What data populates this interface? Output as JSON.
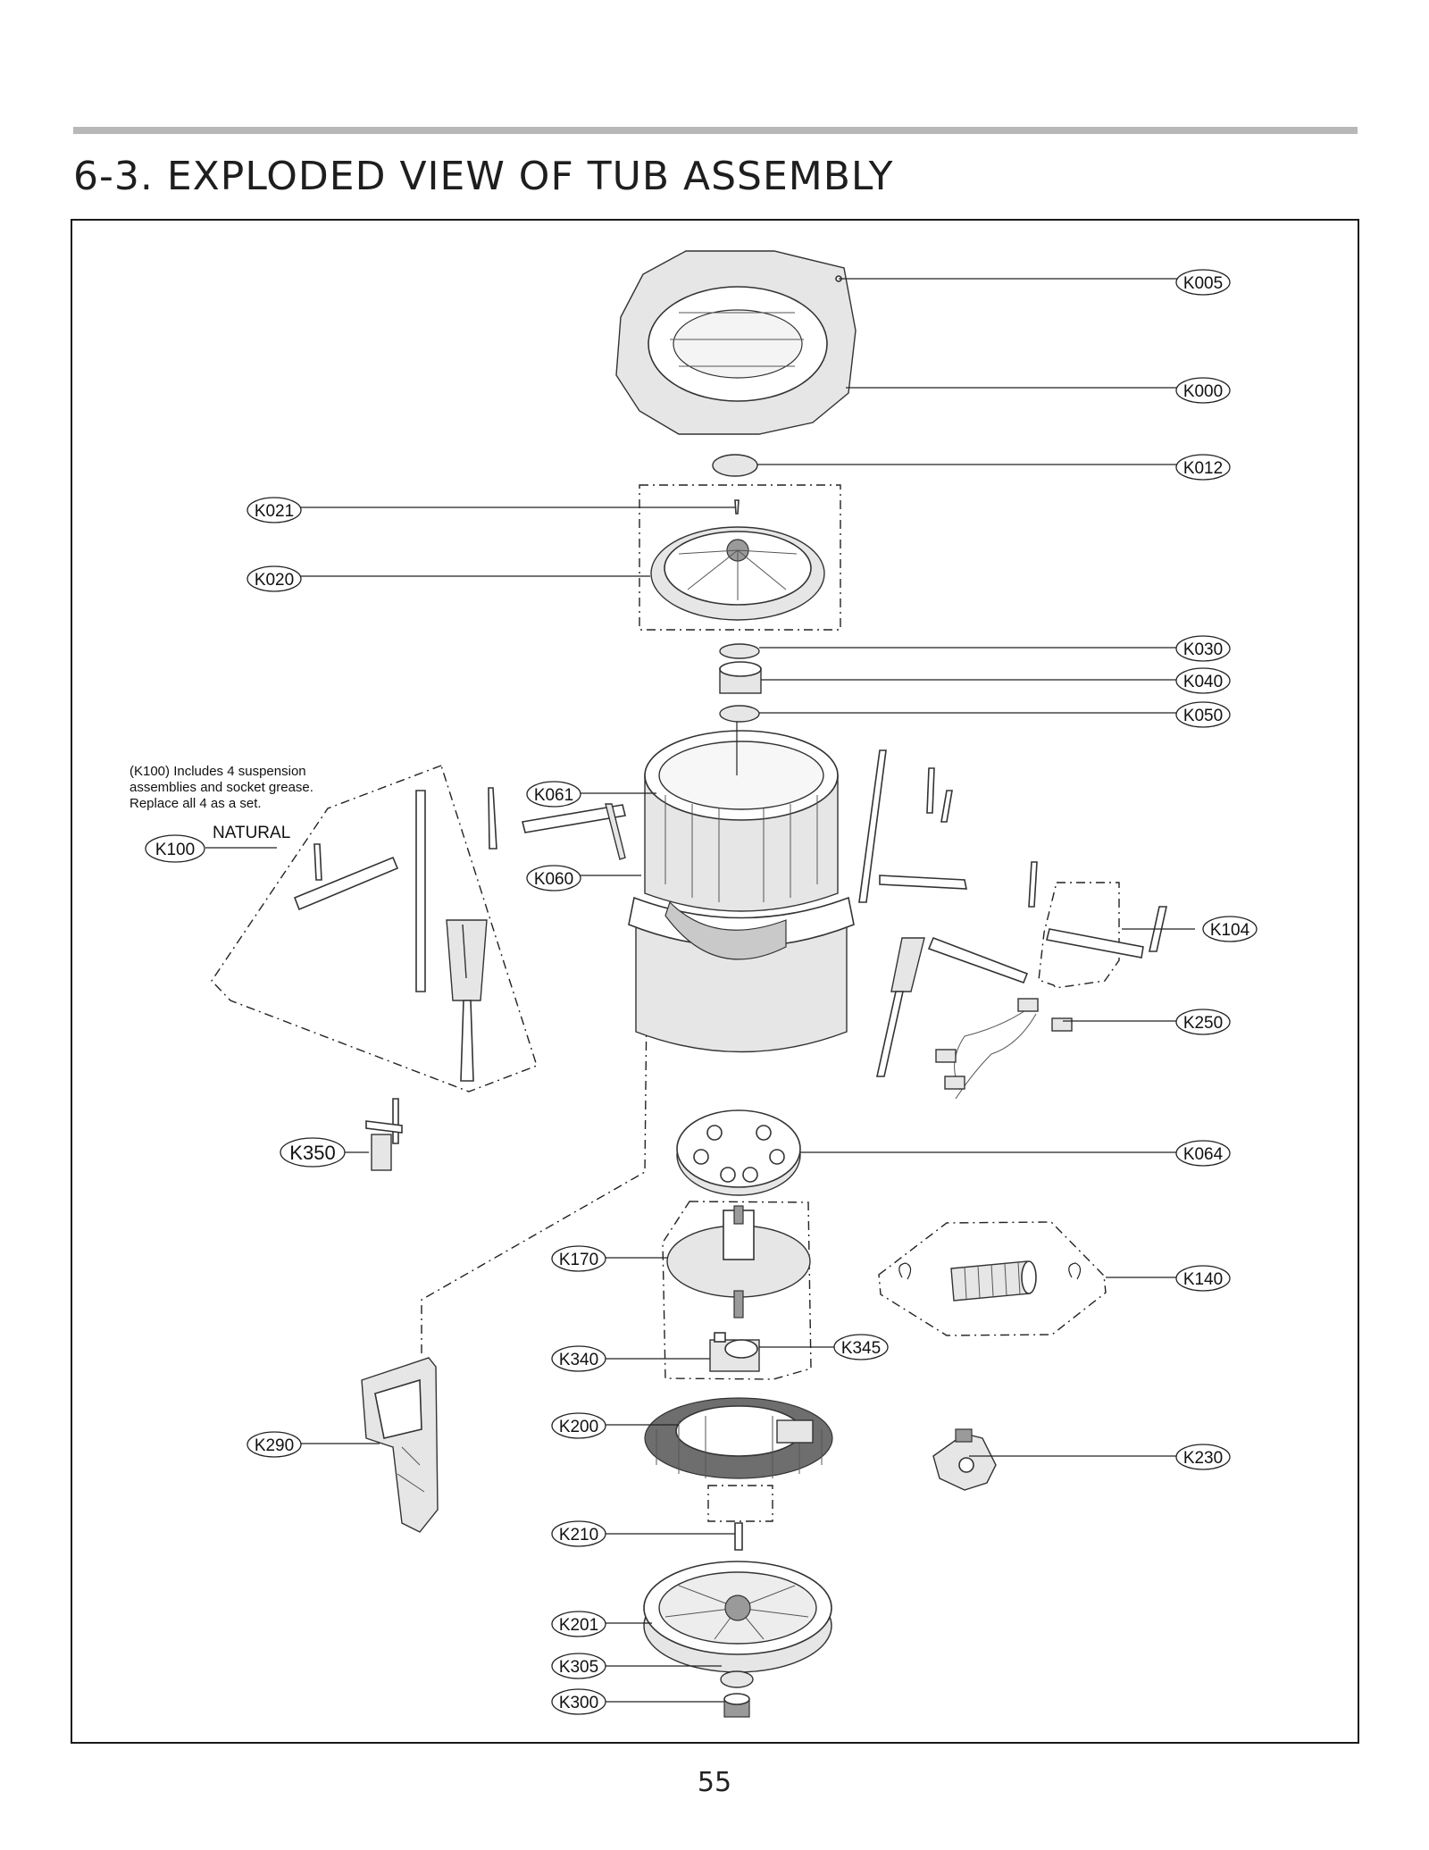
{
  "header": {
    "title": "6-3. EXPLODED VIEW OF TUB ASSEMBLY"
  },
  "note": {
    "lines": [
      "(K100) Includes 4 suspension",
      "assemblies and socket grease.",
      "Replace all 4 as a set."
    ],
    "natural_label": "NATURAL"
  },
  "callouts": {
    "k005": "K005",
    "k000": "K000",
    "k012": "K012",
    "k021": "K021",
    "k020": "K020",
    "k030": "K030",
    "k040": "K040",
    "k050": "K050",
    "k061": "K061",
    "k060": "K060",
    "k100": "K100",
    "k104": "K104",
    "k250": "K250",
    "k350": "K350",
    "k064": "K064",
    "k170": "K170",
    "k140": "K140",
    "k340": "K340",
    "k345": "K345",
    "k290": "K290",
    "k200": "K200",
    "k230": "K230",
    "k210": "K210",
    "k201": "K201",
    "k305": "K305",
    "k300": "K300"
  },
  "footer": {
    "page_number": "55"
  }
}
